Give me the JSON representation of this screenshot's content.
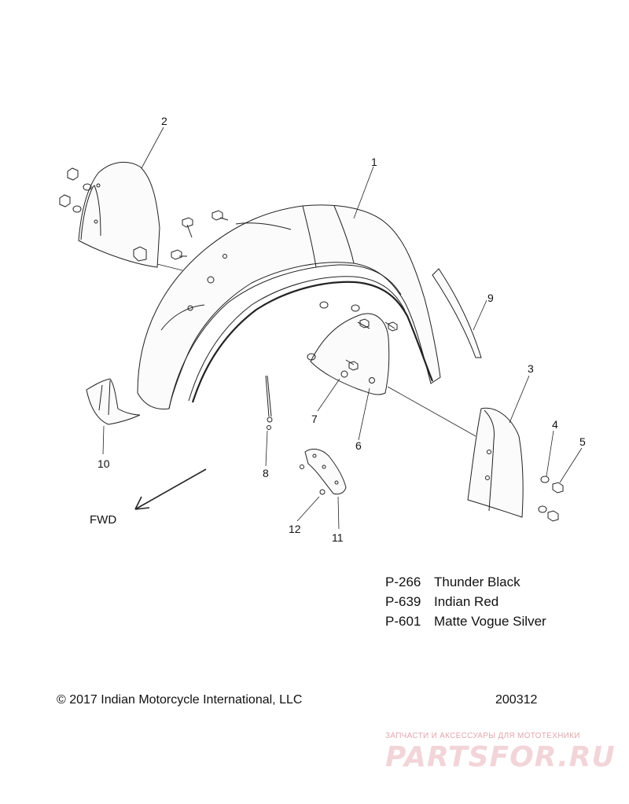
{
  "callouts": [
    "1",
    "2",
    "3",
    "4",
    "5",
    "6",
    "7",
    "8",
    "9",
    "10",
    "11",
    "12"
  ],
  "direction_label": "FWD",
  "color_codes": [
    {
      "code": "P-266",
      "name": "Thunder Black"
    },
    {
      "code": "P-639",
      "name": "Indian Red"
    },
    {
      "code": "P-601",
      "name": "Matte Vogue Silver"
    }
  ],
  "copyright": "© 2017 Indian Motorcycle International, LLC",
  "diagram_number": "200312",
  "watermark": {
    "tagline": "ЗАПЧАСТИ И АКСЕССУАРЫ ДЛЯ МОТОТЕХНИКИ",
    "logo": "PARTSFOR.RU"
  }
}
